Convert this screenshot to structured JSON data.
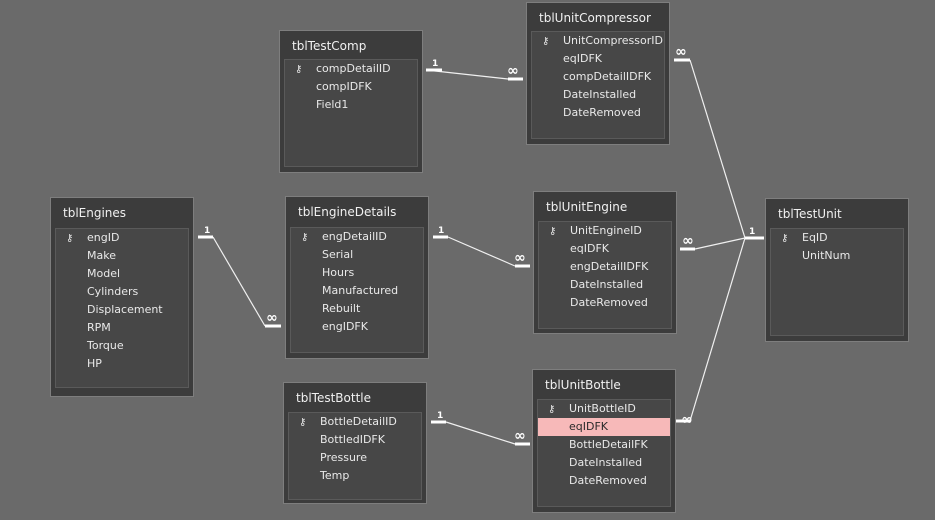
{
  "colors": {
    "background": "#6a6a6a",
    "highlight": "#f7b9b9"
  },
  "key_icon": "key-icon",
  "tables": {
    "tblTestComp": {
      "title": "tblTestComp",
      "fields": [
        "compDetailID",
        "compIDFK",
        "Field1"
      ]
    },
    "tblUnitCompressor": {
      "title": "tblUnitCompressor",
      "fields": [
        "UnitCompressorID",
        "eqIDFK",
        "compDetailIDFK",
        "DateInstalled",
        "DateRemoved"
      ]
    },
    "tblEngines": {
      "title": "tblEngines",
      "fields": [
        "engID",
        "Make",
        "Model",
        "Cylinders",
        "Displacement",
        "RPM",
        "Torque",
        "HP"
      ]
    },
    "tblEngineDetails": {
      "title": "tblEngineDetails",
      "fields": [
        "engDetailID",
        "Serial",
        "Hours",
        "Manufactured",
        "Rebuilt",
        "engIDFK"
      ]
    },
    "tblUnitEngine": {
      "title": "tblUnitEngine",
      "fields": [
        "UnitEngineID",
        "eqIDFK",
        "engDetailIDFK",
        "DateInstalled",
        "DateRemoved"
      ]
    },
    "tblTestUnit": {
      "title": "tblTestUnit",
      "fields": [
        "EqID",
        "UnitNum"
      ]
    },
    "tblTestBottle": {
      "title": "tblTestBottle",
      "fields": [
        "BottleDetailID",
        "BottledIDFK",
        "Pressure",
        "Temp"
      ]
    },
    "tblUnitBottle": {
      "title": "tblUnitBottle",
      "fields": [
        "UnitBottleID",
        "eqIDFK",
        "BottleDetailFK",
        "DateInstalled",
        "DateRemoved"
      ]
    }
  },
  "relationship_labels": {
    "one": "1",
    "many": "∞"
  }
}
